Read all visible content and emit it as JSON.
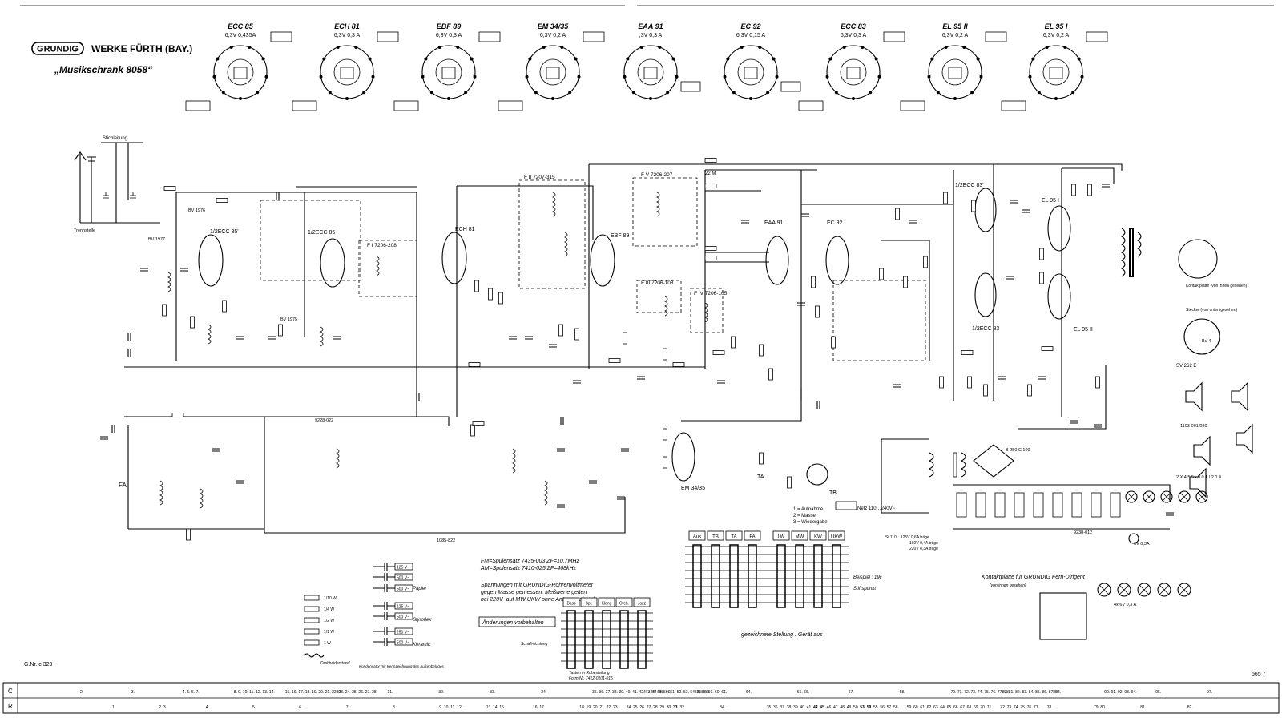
{
  "header": {
    "brand": "GRUNDIG",
    "company": "WERKE FÜRTH (BAY.)",
    "model": "„Musikschrank 8058“"
  },
  "tubes": [
    {
      "name": "ECC 85",
      "spec": "6,3V 0,435A"
    },
    {
      "name": "ECH 81",
      "spec": "6,3V 0,3 A"
    },
    {
      "name": "EBF 89",
      "spec": "6,3V 0,3 A"
    },
    {
      "name": "EM 34/35",
      "spec": "6,3V 0,2 A"
    },
    {
      "name": "EAA 91",
      "spec": ",3V 0,3 A"
    },
    {
      "name": "EC 92",
      "spec": "6,3V 0,15 A"
    },
    {
      "name": "ECC 83",
      "spec": "6,3V 0,3 A"
    },
    {
      "name": "EL 95 II",
      "spec": "6,3V 0,2 A"
    },
    {
      "name": "EL 95 I",
      "spec": "6,3V 0,2 A"
    }
  ],
  "schematic_labels": {
    "antenna": "Stichleitung",
    "trennstelle": "Trennstelle",
    "ecc85_a": "1/2ECC 85'",
    "ecc85_b": "1/2ECC 85",
    "ech81": "ECH 81",
    "ebf89": "EBF 89",
    "eaa91": "EAA 91",
    "ec92": "EC 92",
    "ecc83_a": "1/2ECC 83'",
    "ecc83_b": "1/2ECC 83",
    "el95_a": "EL 95 I",
    "el95_b": "EL 95 II",
    "em34": "EM 34/35",
    "fi": "F I 7206-208",
    "fii": "F II 7207-315",
    "fv": "F V 7206-207",
    "fiii": "F III 7206-108",
    "fiv": "F IV 7206-105",
    "r22m": "22 M",
    "lead_fa": "FA",
    "lead_ta": "TA",
    "lead_tb": "TB",
    "bv1977": "BV 1977",
    "bv1976": "BV 1976",
    "bv1975": "BV 1975",
    "coil9228": "9228-022",
    "coil1085": "1085-822",
    "coil9238": "9238-012",
    "rect": "B 250 C 100",
    "speaker1": "1103-001/080",
    "speaker2": "2 X 4 5 5 - 0 0 1 / 2 0 0",
    "diode": "SV 262 E",
    "b4": "Bu 4",
    "lamp1": "6V 0,3A",
    "lamps": "4x 6V 0,3 A"
  },
  "notes": {
    "spulensatz_fm": "FM=Spulensatz 7435-003 ZF=10,7MHz",
    "spulensatz_am": "AM=Spulensatz 7410-025 ZF=468kHz",
    "spannungen": "Spannungen mit GRUNDIG-Röhrenvoltmeter",
    "spannungen2": "gegen Masse gemessen. Meßwerte gelten",
    "spannungen3": "bei 220V~auf  MW  UKW  ohne Antennensignal",
    "aenderungen": "Änderungen vorbehalten",
    "schaltrichtung": "Schalt-richtung",
    "tasten": "Tasten in Ruhestellung",
    "tasten2": "Form Nr. 7412-0101-015",
    "gezeichnete": "gezeichnete Stellung : Gerät aus",
    "beispiel": "Beispiel : 19c",
    "stiftspunkt": "Stiftspunkt",
    "kontaktplatte": "Kontaktplatte für GRUNDIG Fern-Dirigent",
    "kontaktplatte2": "(von innen gesehen)",
    "tb1": "1 = Aufnahme",
    "tb2": "2 = Masse",
    "tb3": "3 = Wiedergabe",
    "netz": "Netz 110…240V~",
    "si": "Si 110…125V 0,6A träge",
    "si2": "160V 0,4A träge",
    "si3": "220V 0,3A träge",
    "stecker": "Stecker (von unten gesehen)",
    "kontaktplatte3": "Kontaktplatte (von innen gesehen)",
    "legend_papier": "Papier",
    "legend_styroflex": "Styroflex",
    "legend_keramik": "Keramik",
    "legend_draht": "Drahtwiderstand",
    "legend_kond": "Kondensator mit Kennzeichnung des Außenbelages",
    "gnr": "G.Nr. c 329",
    "pageno": "565 7"
  },
  "buttons_top": [
    "Aus",
    "TB",
    "TA",
    "FA",
    "LW",
    "MW",
    "KW",
    "UKW"
  ],
  "buttons_bottom": [
    "Bass",
    "Spr.",
    "Klang",
    "Orch.",
    "Jazz"
  ],
  "legend_caps": [
    "125 V~",
    "500 V~",
    "500 V~",
    "125 V~",
    "500 V~",
    "250 V~",
    "500 V~"
  ],
  "legend_res": [
    "1/10 W",
    "1/4 W",
    "1/2 W",
    "1/1 W",
    "1 W"
  ],
  "ruler": {
    "row_c_label": "C",
    "row_r_label": "R",
    "row_c": [
      "2.",
      "3.",
      "4. 5. 6. 7.",
      "8. 9. 10. 11. 12. 13. 14.",
      "15. 16. 17. 18. 19. 20. 21. 22. 23. 24. 25. 26. 27. 28.",
      "30.",
      "31.",
      "32.",
      "33.",
      "34.",
      "35. 36. 37. 38. 39. 40. 41. 42. 43. 44. 45. 46.",
      "47. 48. 49. 50. 51. 52. 53. 54. 55. 56.",
      "57. 58. 59. 60. 61.",
      "64.",
      "65. 66.",
      "67.",
      "68.",
      "70. 71. 72. 73. 74. 75. 76. 77. 78.",
      "80. 81. 82. 83. 84. 85. 86. 87. 88.",
      "89.",
      "90. 91. 92. 93. 94.",
      "95.",
      "97."
    ],
    "row_r": [
      "1.",
      "2. 3.",
      "4.",
      "5.",
      "6.",
      "7.",
      "8.",
      "9. 10. 11. 12.",
      "13. 14. 15.",
      "16. 17.",
      "18. 19. 20. 21. 22. 23.",
      "24. 25. 26. 27. 28. 29. 30. 31. 32.",
      "33.",
      "34.",
      "35. 36. 37. 38. 39. 40. 41. 42. 43.",
      "44. 45. 46. 47. 48. 49. 50. 51. 52.",
      "53. 54. 55. 56. 57. 58.",
      "59. 60. 61. 62. 63. 64. 65.",
      "66. 67. 68. 69. 70. 71.",
      "72. 73. 74. 75. 76. 77.",
      "78.",
      "79. 80.",
      "81.",
      "82."
    ]
  }
}
